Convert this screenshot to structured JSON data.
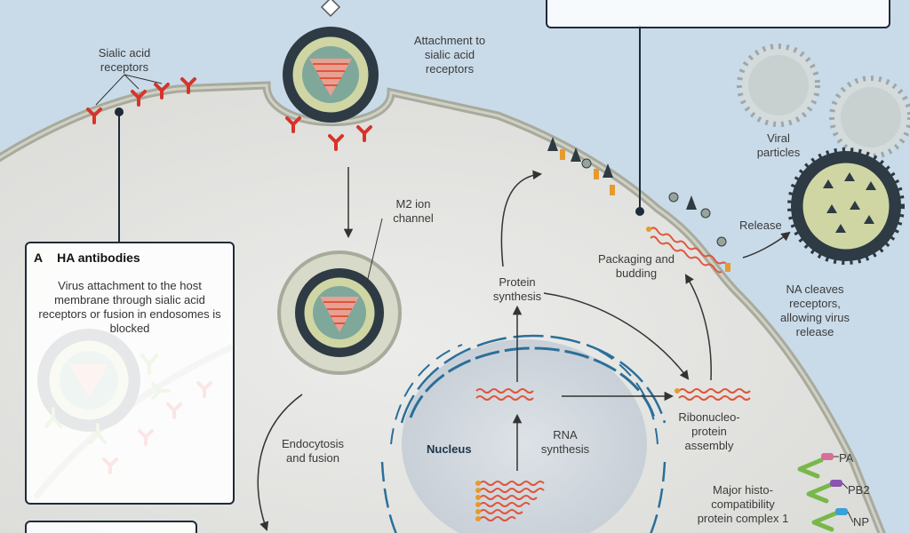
{
  "labels": {
    "sialic_acid_receptors": "Sialic acid receptors",
    "attachment": "Attachment to sialic acid receptors",
    "m2_ion_channel": "M2 ion channel",
    "endocytosis": "Endocytosis and fusion",
    "nucleus": "Nucleus",
    "rna_synthesis": "RNA synthesis",
    "protein_synthesis": "Protein synthesis",
    "packaging": "Packaging and budding",
    "ribonucleoprotein": "Ribonucleo-protein assembly",
    "viral_particles": "Viral particles",
    "release": "Release",
    "na_cleaves": "NA cleaves receptors, allowing virus release",
    "mhc": "Major histo-compatibility protein complex 1",
    "pa": "PA",
    "pb2": "PB2",
    "np": "NP"
  },
  "panel_a": {
    "letter": "A",
    "title": "HA antibodies",
    "description": "Virus attachment to the host membrane through sialic acid receptors or fusion in endosomes is blocked"
  },
  "colors": {
    "background": "#c9dbe9",
    "cell": "#e2e3e1",
    "membrane": "#9a9c8f",
    "nucleus_fill": "#d6dce2",
    "nucleus_envelope": "#2a6f99",
    "rna": "#e0553b",
    "receptor": "#d8332a",
    "virion_core": "#cfd6a3",
    "virion_inner": "#7fa89b",
    "antibody": "#78b84a",
    "box_border": "#1f2b38"
  }
}
